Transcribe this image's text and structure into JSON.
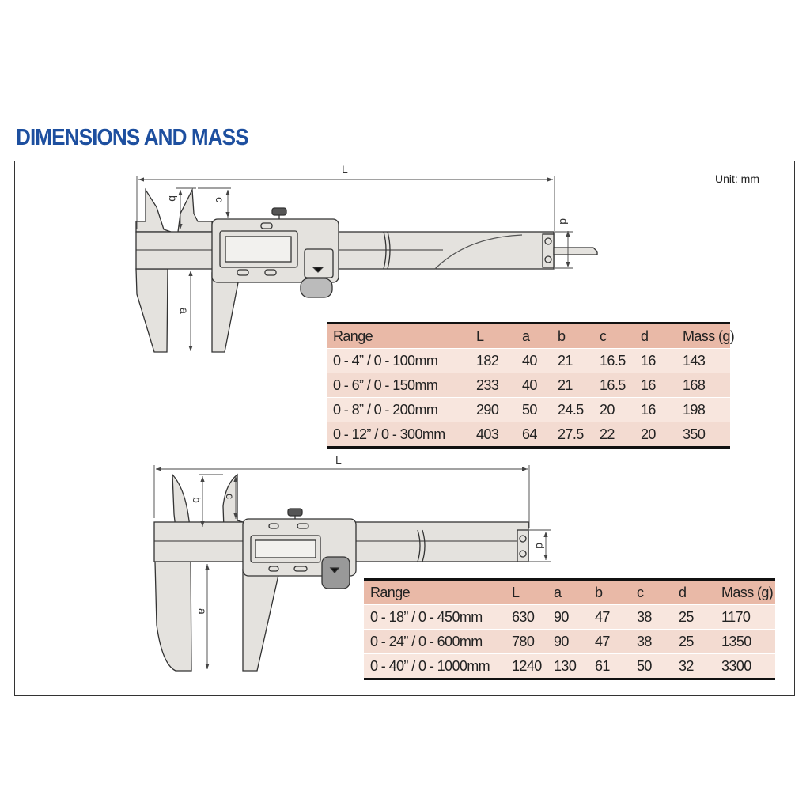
{
  "title": "DIMENSIONS AND MASS",
  "unit": "Unit: mm",
  "dim_labels": {
    "L": "L",
    "a": "a",
    "b": "b",
    "c": "c",
    "d": "d"
  },
  "table1": {
    "headers": [
      "Range",
      "L",
      "a",
      "b",
      "c",
      "d",
      "Mass (g)"
    ],
    "rows": [
      [
        "0 - 4” / 0 - 100mm",
        "182",
        "40",
        "21",
        "16.5",
        "16",
        "143"
      ],
      [
        "0 - 6” / 0 - 150mm",
        "233",
        "40",
        "21",
        "16.5",
        "16",
        "168"
      ],
      [
        "0 - 8” / 0 - 200mm",
        "290",
        "50",
        "24.5",
        "20",
        "16",
        "198"
      ],
      [
        "0 - 12” / 0 - 300mm",
        "403",
        "64",
        "27.5",
        "22",
        "20",
        "350"
      ]
    ]
  },
  "table2": {
    "headers": [
      "Range",
      "L",
      "a",
      "b",
      "c",
      "d",
      "Mass (g)"
    ],
    "rows": [
      [
        "0 - 18” / 0 - 450mm",
        "630",
        "90",
        "47",
        "38",
        "25",
        "1170"
      ],
      [
        "0 - 24” / 0 - 600mm",
        "780",
        "90",
        "47",
        "38",
        "25",
        "1350"
      ],
      [
        "0 - 40” / 0 - 1000mm",
        "1240",
        "130",
        "61",
        "50",
        "32",
        "3300"
      ]
    ]
  },
  "colors": {
    "title": "#1d4f9f",
    "header_row": "#e9b9a7",
    "row_light": "#f8e6de",
    "row_dark": "#f3dbd1",
    "caliper_fill": "#e4e2de"
  }
}
